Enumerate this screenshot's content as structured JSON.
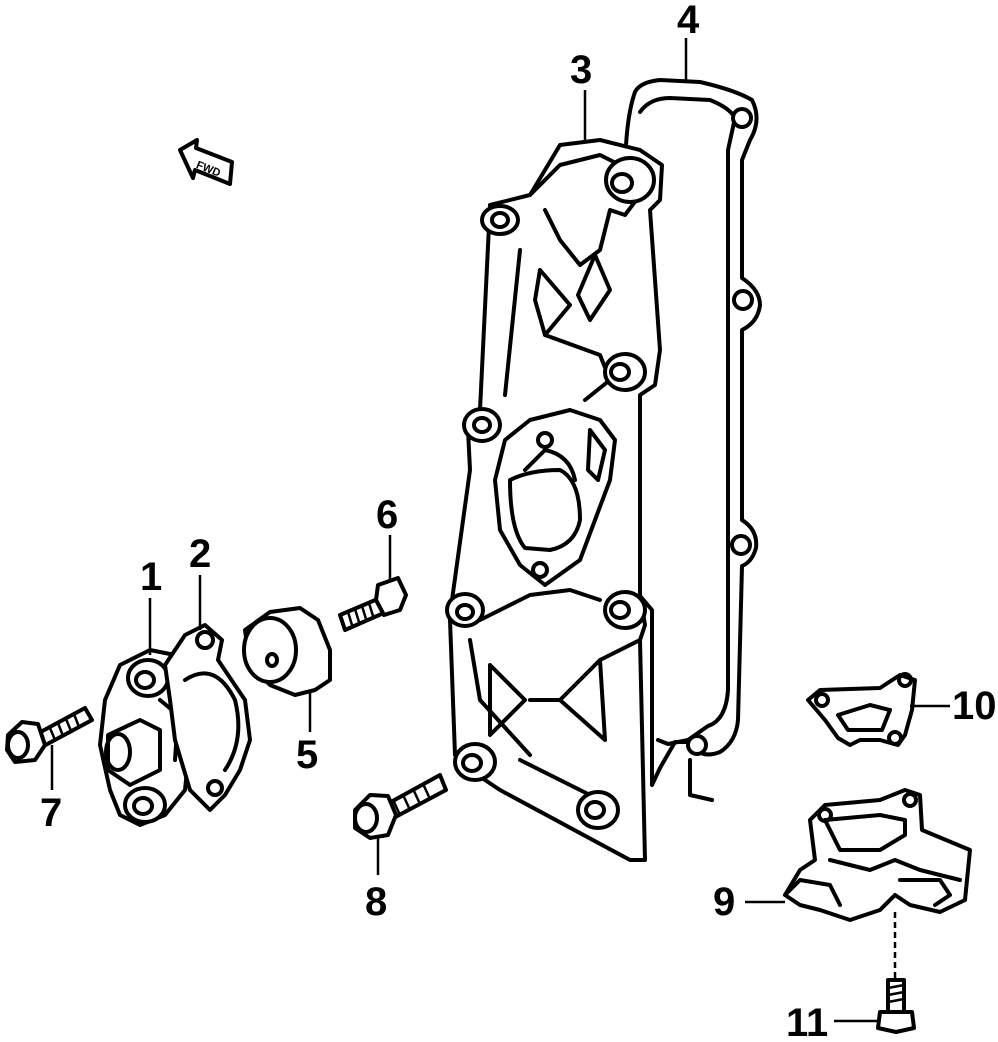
{
  "diagram": {
    "orientation_mark": {
      "text": "FWD",
      "icon": "forward-arrow-icon"
    },
    "callouts": [
      {
        "id": "c1",
        "text": "1"
      },
      {
        "id": "c2",
        "text": "2"
      },
      {
        "id": "c3",
        "text": "3"
      },
      {
        "id": "c4",
        "text": "4"
      },
      {
        "id": "c5",
        "text": "5"
      },
      {
        "id": "c6",
        "text": "6"
      },
      {
        "id": "c7",
        "text": "7"
      },
      {
        "id": "c8",
        "text": "8"
      },
      {
        "id": "c9",
        "text": "9"
      },
      {
        "id": "c10",
        "text": "10"
      },
      {
        "id": "c11",
        "text": "11"
      }
    ]
  }
}
